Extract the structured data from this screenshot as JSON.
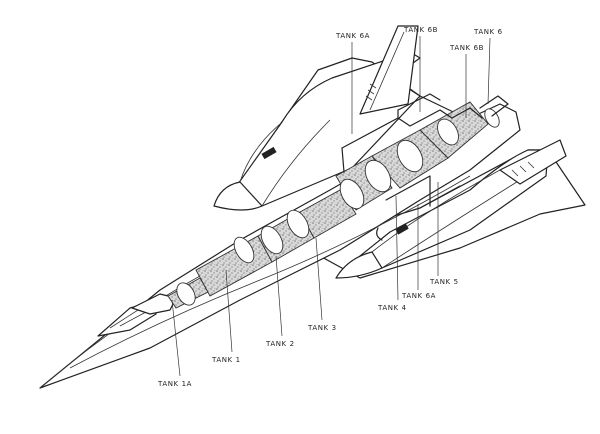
{
  "diagram": {
    "labels": {
      "tank_1a": "TANK 1A",
      "tank_1": "TANK 1",
      "tank_2": "TANK 2",
      "tank_3": "TANK 3",
      "tank_4": "TANK 4",
      "tank_5": "TANK 5",
      "tank_6a_top": "TANK 6A",
      "tank_6b_top": "TANK 6B",
      "tank_6b": "TANK 6B",
      "tank_6": "TANK 6",
      "tank_6a_bottom": "TANK 6A"
    },
    "colors": {
      "ink": "#222222",
      "fuel_shade": "#9a9a9a",
      "background": "#ffffff"
    }
  }
}
